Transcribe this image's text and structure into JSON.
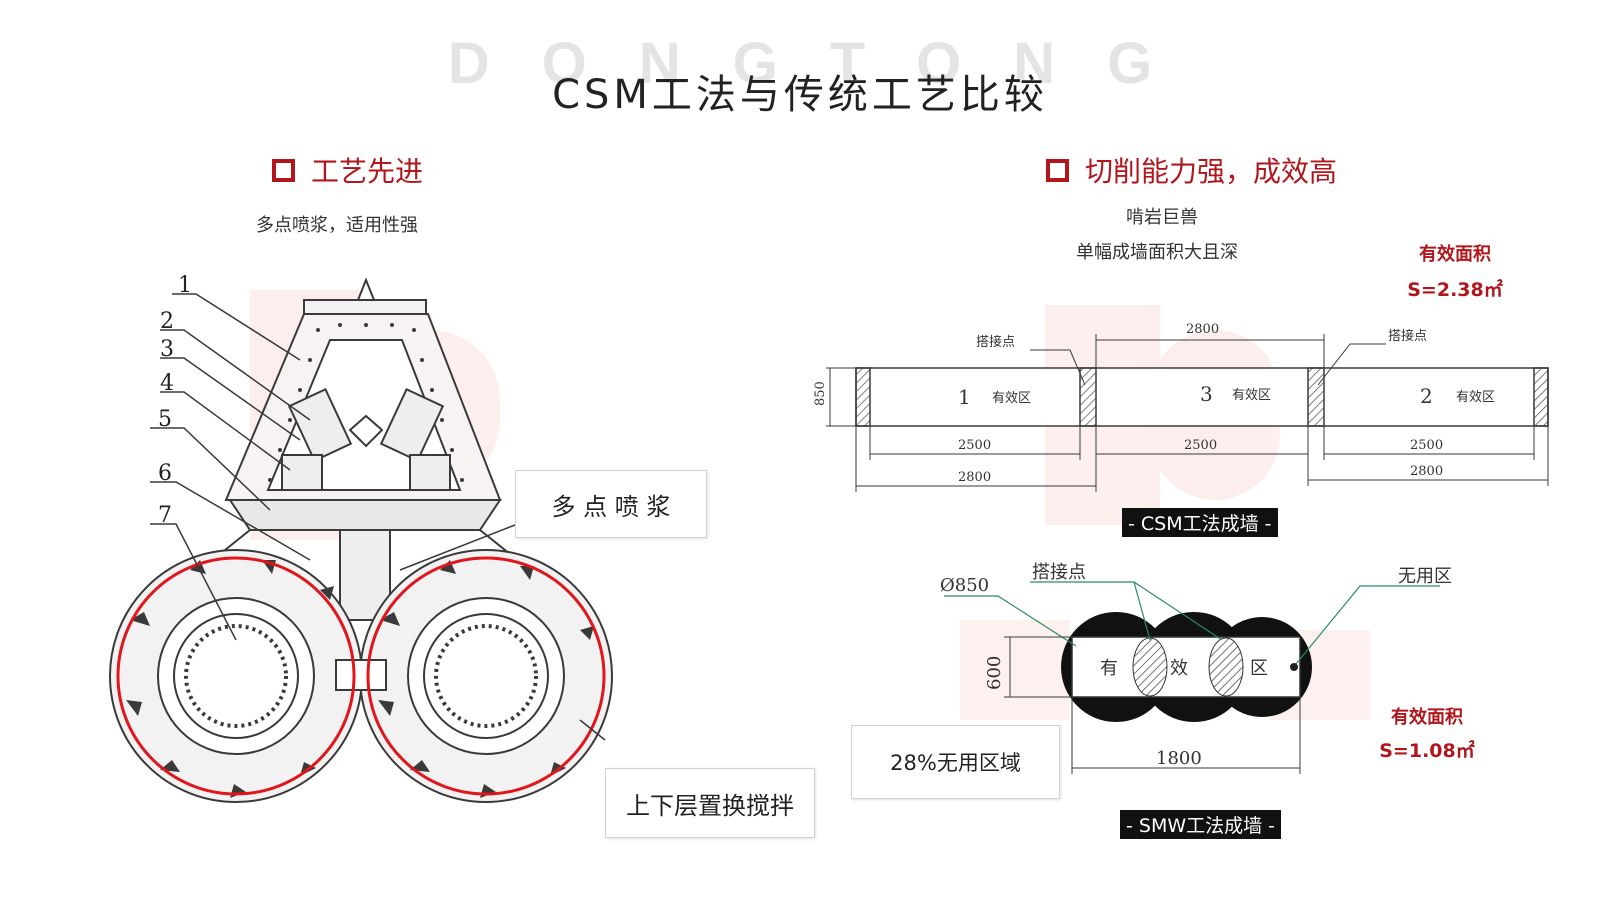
{
  "header": {
    "watermark": "DONGTONG",
    "title": "CSM工法与传统工艺比较"
  },
  "left_section": {
    "heading": "工艺先进",
    "subtitle": "多点喷浆，适用性强",
    "part_numbers": [
      "1",
      "2",
      "3",
      "4",
      "5",
      "6",
      "7"
    ],
    "callout_spray": "多 点 喷 浆",
    "callout_mix": "上下层置换搅拌"
  },
  "right_section": {
    "heading": "切削能力强，成效高",
    "subtitle_line1": "啃岩巨兽",
    "subtitle_line2": "单幅成墙面积大且深",
    "csm": {
      "area_label": "有效面积",
      "area_value": "S=2.38㎡",
      "dim_850": "850",
      "dim_top": "2800",
      "overlap_label": "搭接点",
      "zones": [
        {
          "num": "1",
          "text": "有效区"
        },
        {
          "num": "3",
          "text": "有效区"
        },
        {
          "num": "2",
          "text": "有效区"
        }
      ],
      "dims_2500": [
        "2500",
        "2500",
        "2500"
      ],
      "dims_2800": [
        "2800",
        "2800"
      ],
      "caption": "- CSM工法成墙 -"
    },
    "smw": {
      "diameter": "Ø850",
      "overlap_label": "搭接点",
      "unused_label": "无用区",
      "dim_600": "600",
      "dim_1800": "1800",
      "zone_chars": [
        "有",
        "效",
        "区"
      ],
      "unused_callout": "28%无用区域",
      "area_label": "有效面积",
      "area_value": "S=1.08㎡",
      "caption": "- SMW工法成墙 -"
    }
  },
  "colors": {
    "accent_red": "#b0161c",
    "circle_red": "#e0161c",
    "drawing_line": "#3a3a3a",
    "watermark_gray": "#e4e4e4"
  }
}
